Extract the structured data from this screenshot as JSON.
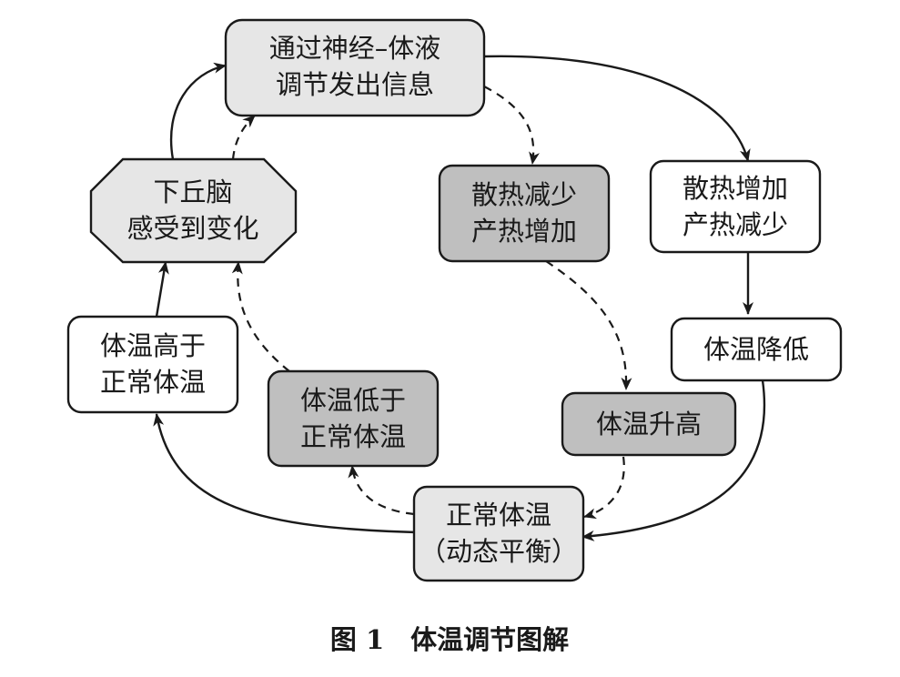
{
  "nodes": {
    "info": {
      "line1": "通过神经–体液",
      "line2": "调节发出信息"
    },
    "hypo": {
      "line1": "下丘脑",
      "line2": "感受到变化"
    },
    "reduce": {
      "line1": "散热减少",
      "line2": "产热增加"
    },
    "increase": {
      "line1": "散热增加",
      "line2": "产热减少"
    },
    "above": {
      "line1": "体温高于",
      "line2": "正常体温"
    },
    "below": {
      "line1": "体温低于",
      "line2": "正常体温"
    },
    "fall": {
      "line1": "体温降低"
    },
    "rise": {
      "line1": "体温升高"
    },
    "normal": {
      "line1": "正常体温",
      "line2": "（动态平衡）"
    }
  },
  "caption": "图 1　体温调节图解",
  "colors": {
    "light_fill": "#e6e6e6",
    "dark_fill": "#bfbfbf",
    "white_fill": "#ffffff",
    "stroke": "#1a1a1a"
  }
}
